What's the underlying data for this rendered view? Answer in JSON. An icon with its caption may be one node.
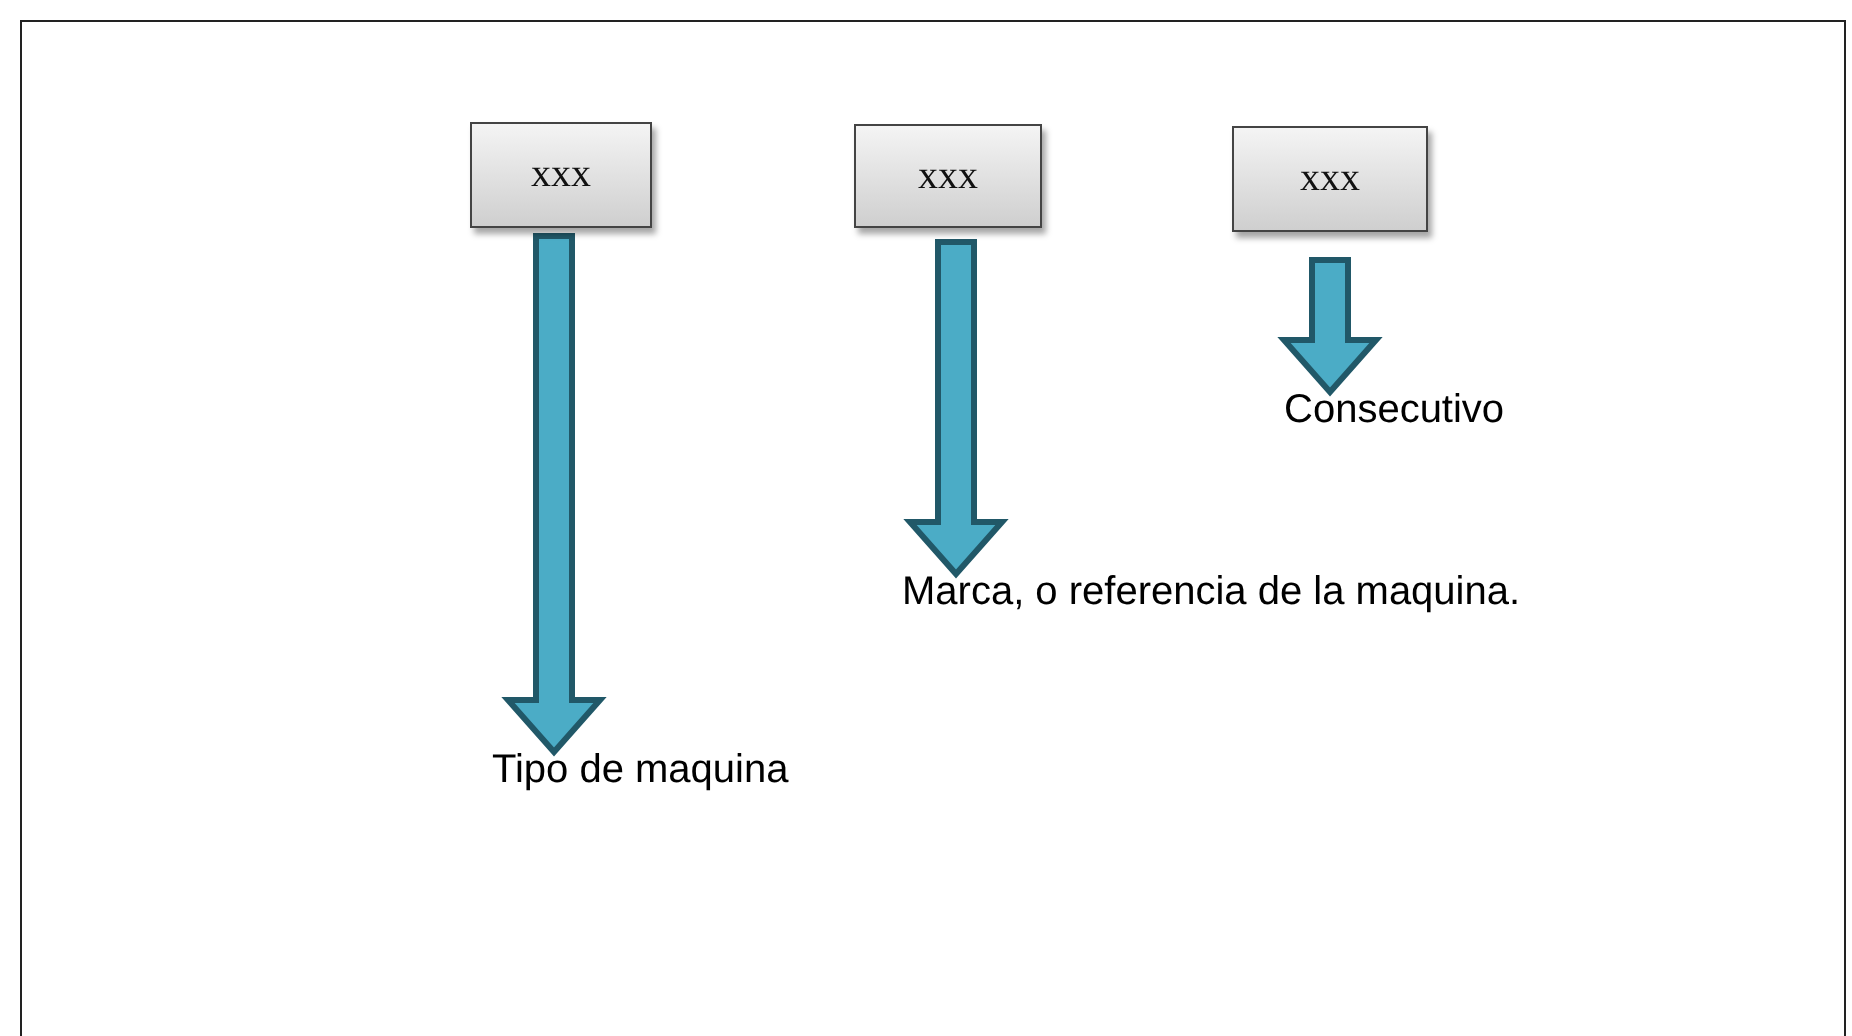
{
  "diagram": {
    "nodes": [
      {
        "text": [
          "xxx"
        ]
      },
      {
        "text": [
          "xxx"
        ]
      },
      {
        "text": [
          "xxx"
        ]
      },
      {
        "text": [
          "Consecutivo"
        ]
      },
      {
        "text": [
          "Marca, o referencia de la maquina."
        ]
      },
      {
        "text": [
          "Tipo de maquina"
        ]
      }
    ],
    "edges": [
      {
        "from": 0,
        "to": 5,
        "arrow": "to"
      },
      {
        "from": 1,
        "to": 4,
        "arrow": "to"
      },
      {
        "from": 2,
        "to": 3,
        "arrow": "to"
      }
    ]
  }
}
